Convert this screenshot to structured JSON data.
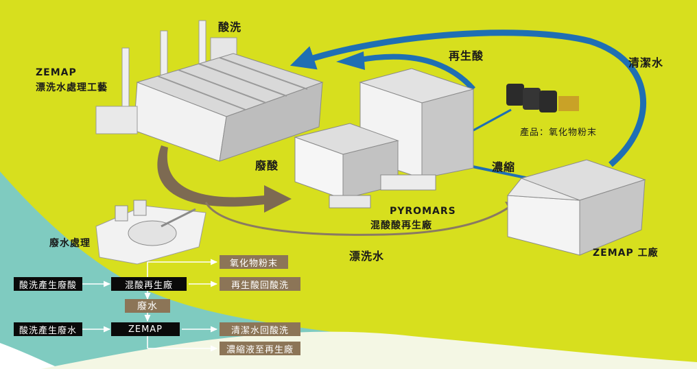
{
  "labels": {
    "pickling": "酸洗",
    "zemap_process_line1": "ZEMAP",
    "zemap_process_line2": "漂洗水處理工藝",
    "regen_acid": "再生酸",
    "clean_water": "清潔水",
    "product": "產品：氧化物粉末",
    "waste_acid": "廢酸",
    "concentrate": "濃縮",
    "pyromars_line1": "PYROMARS",
    "pyromars_line2": "混酸酸再生廠",
    "rinse_water": "漂洗水",
    "zemap_plant": "ZEMAP 工廠",
    "wastewater_treatment": "廢水處理"
  },
  "flow": {
    "in_waste_acid": "酸洗產生廢酸",
    "in_waste_water": "酸洗產生廢水",
    "regen_plant": "混酸再生廠",
    "waste_water_node": "廢水",
    "zemap_node": "ZEMAP",
    "out_oxide": "氧化物粉末",
    "out_regen_acid": "再生酸回酸洗",
    "out_clean_water": "清潔水回酸洗",
    "out_concentrate": "濃縮液至再生廠"
  },
  "colors": {
    "background": "#d7df1e",
    "teal": "#7fcbc0",
    "blue_arrow": "#1f6fb3",
    "brown_arrow": "#7d6a52",
    "box_black": "#0a0a0a",
    "box_brown": "#8c7557"
  }
}
